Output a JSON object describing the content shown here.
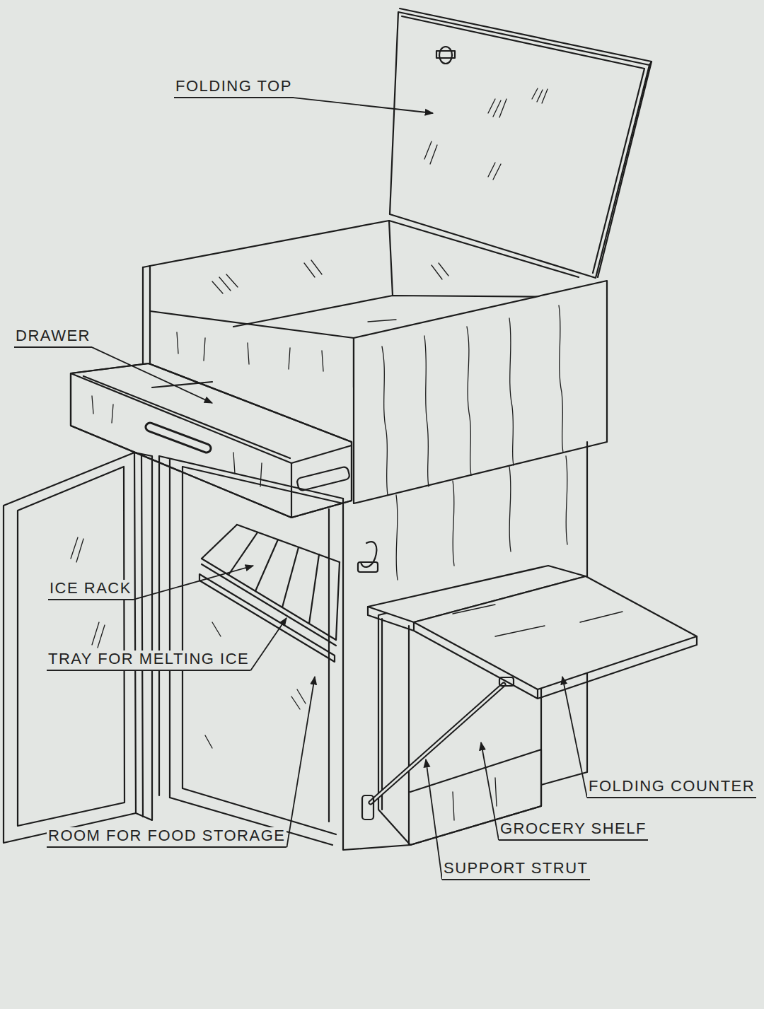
{
  "diagram": {
    "labels": [
      "FOLDING TOP",
      "DRAWER",
      "ICE RACK",
      "TRAY FOR MELTING ICE",
      "ROOM FOR FOOD STORAGE",
      "FOLDING COUNTER",
      "GROCERY SHELF",
      "SUPPORT STRUT"
    ]
  }
}
